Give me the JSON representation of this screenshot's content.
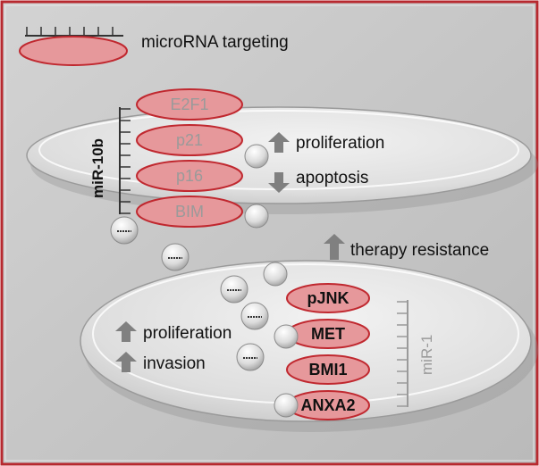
{
  "legend": {
    "label": "microRNA targeting"
  },
  "upper_disc": {
    "mirna": "miR-10b",
    "targets": [
      "E2F1",
      "p21",
      "p16",
      "BIM"
    ],
    "effects": [
      {
        "direction": "up",
        "label": "proliferation"
      },
      {
        "direction": "down",
        "label": "apoptosis"
      }
    ]
  },
  "middle": {
    "direction": "up",
    "label": "therapy resistance"
  },
  "lower_disc": {
    "mirna": "miR-1",
    "targets": [
      "pJNK",
      "MET",
      "BMI1",
      "ANXA2"
    ],
    "effects": [
      {
        "direction": "up",
        "label": "proliferation"
      },
      {
        "direction": "up",
        "label": "invasion"
      }
    ]
  },
  "colors": {
    "pill_fill": "#e6989b",
    "pill_stroke": "#c0282f",
    "frame_border": "#b7292f",
    "arrow": "#808080",
    "faded_text": "#9a9a9a"
  }
}
